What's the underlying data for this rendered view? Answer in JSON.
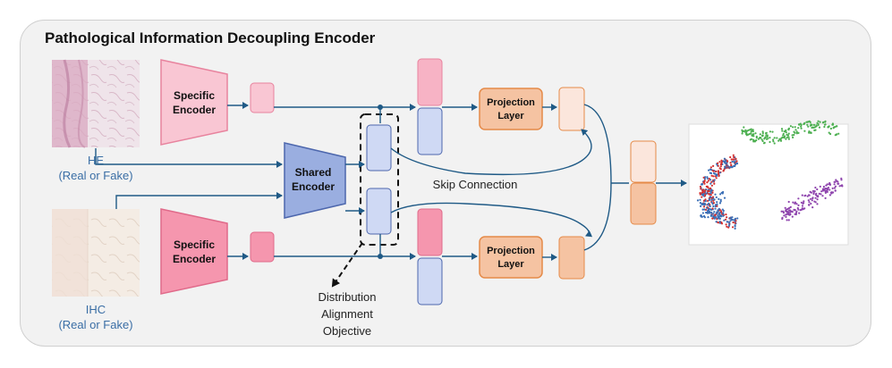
{
  "title": "Pathological Information Decoupling Encoder",
  "inputs": {
    "he": {
      "name": "HE",
      "sub": "(Real or Fake)"
    },
    "ihc": {
      "name": "IHC",
      "sub": "(Real or Fake)"
    }
  },
  "encoders": {
    "specific_top": {
      "line1": "Specific",
      "line2": "Encoder"
    },
    "specific_bottom": {
      "line1": "Specific",
      "line2": "Encoder"
    },
    "shared": {
      "line1": "Shared",
      "line2": "Encoder"
    }
  },
  "projection": {
    "top": {
      "line1": "Projection",
      "line2": "Layer"
    },
    "bottom": {
      "line1": "Projection",
      "line2": "Layer"
    }
  },
  "labels": {
    "skip": "Skip Connection",
    "objective1": "Distribution",
    "objective2": "Alignment",
    "objective3": "Objective"
  },
  "colors": {
    "specific_fill": "#f9c6d3",
    "specific_stroke": "#e8839e",
    "shared_fill": "#9aaee0",
    "shared_stroke": "#4d67ad",
    "feat_blue": "#cfd9f4",
    "feat_pink": "#f7b3c5",
    "proj_fill": "#f5c3a2",
    "proj_stroke": "#e58a48",
    "arrow": "#1f5a86",
    "label_blue": "#3a6ea5"
  }
}
